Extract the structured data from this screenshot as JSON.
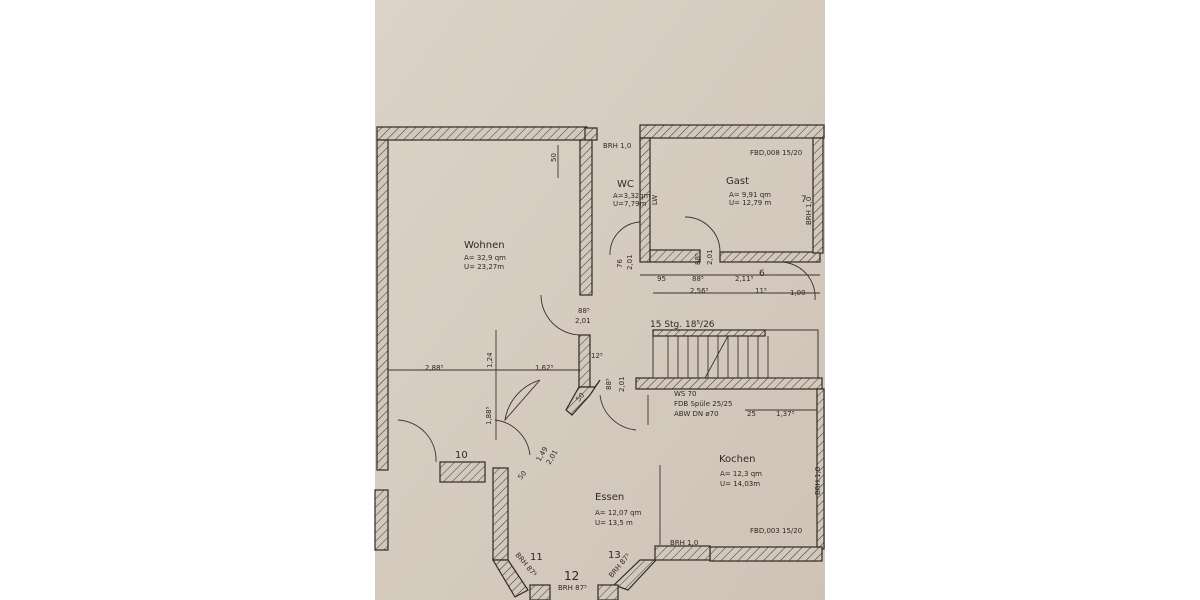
{
  "rooms": [
    {
      "name": "Wohnen",
      "area": "A= 32,9 qm",
      "perimeter": "U= 23,27m"
    },
    {
      "name": "WC",
      "area": "A=3,32qm",
      "perimeter": "U=7,79m"
    },
    {
      "name": "Gast",
      "area": "A= 9,91 qm",
      "perimeter": "U= 12,79 m"
    },
    {
      "name": "Essen",
      "area": "A= 12,07 qm",
      "perimeter": "U= 13,5 m"
    },
    {
      "name": "Kochen",
      "area": "A= 12,3 qm",
      "perimeter": "U= 14,03m"
    }
  ],
  "annotations": {
    "fbd_gast": "FBD,008 15/20",
    "fbd_kochen": "FBD,003 15/20",
    "stairs": "15 Stg. 18⁵/26",
    "ws": "WS 70",
    "fdb": "FDB Spüle 25/25",
    "abw": "ABW DN ø70",
    "lw": "LW",
    "brh_wc": "BRH 1,0",
    "brh_gast": "BRH 1,0",
    "brh_kochen_right": "BRH 1,0",
    "brh_kochen": "BRH 1,0",
    "brh_bay_left": "BRH 87⁵",
    "brh_bay_mid": "BRH 87⁵",
    "brh_bay_right": "BRH 87⁵",
    "window_10": "10",
    "window_11": "11",
    "window_12": "12",
    "window_13": "13",
    "hw_6": "6",
    "hw_7": "7"
  },
  "dimensions": {
    "d50_top": "50",
    "wc_door_w": "76",
    "wc_door_h": "2,01",
    "gast_door_w": "88⁵",
    "gast_door_h": "2,01",
    "d95": "95",
    "d885": "88⁵",
    "d2115": "2,11⁵",
    "d2565": "2,56⁵",
    "d115": "11⁵",
    "d100": "1,00",
    "hall_door_w": "88⁵",
    "hall_door_h": "2,01",
    "d2885": "2,88⁵",
    "d124": "1,24",
    "d1625": "1,62⁵",
    "d125": "12⁵",
    "d1885": "1,88⁵",
    "stair_door_w": "88⁵",
    "stair_door_h": "2,01",
    "d50_mid": "50",
    "d149": "1,49",
    "d201": "2,01",
    "d50_low": "50",
    "d25": "25",
    "d1375": "1,37⁵"
  },
  "colors": {
    "paper": "#d8cdc2",
    "ink": "#2e2a26",
    "background": "#ffffff"
  }
}
